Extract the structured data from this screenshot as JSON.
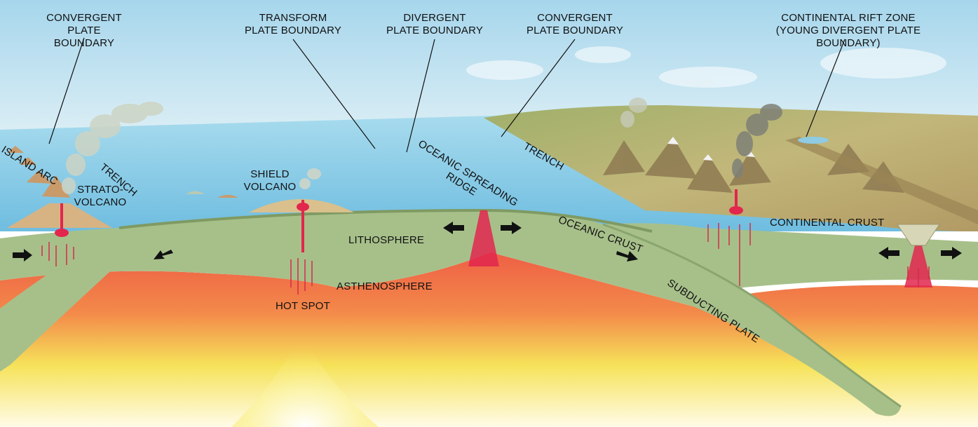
{
  "title_labels": {
    "convergent_left": "CONVERGENT\nPLATE BOUNDARY",
    "transform": "TRANSFORM\nPLATE BOUNDARY",
    "divergent": "DIVERGENT\nPLATE BOUNDARY",
    "convergent_right": "CONVERGENT\nPLATE BOUNDARY",
    "rift": "CONTINENTAL RIFT ZONE\n(YOUNG DIVERGENT PLATE BOUNDARY)"
  },
  "feature_labels": {
    "island_arc": "ISLAND ARC",
    "trench_left": "TRENCH",
    "strato_volcano": "STRATO-\nVOLCANO",
    "shield_volcano": "SHIELD\nVOLCANO",
    "oceanic_ridge": "OCEANIC SPREADING\nRIDGE",
    "trench_right": "TRENCH",
    "lithosphere": "LITHOSPHERE",
    "oceanic_crust": "OCEANIC CRUST",
    "continental_crust": "CONTINENTAL CRUST",
    "asthenosphere": "ASTHENOSPHERE",
    "hot_spot": "HOT SPOT",
    "subducting_plate": "SUBDUCTING PLATE"
  },
  "colors": {
    "sky_top": "#a9d8ee",
    "sea": "#7fc6e4",
    "lithosphere": "#a7c08a",
    "asthenosphere": "#ee5f45",
    "mantle_hot": "#f6e35a",
    "magma": "#e2264d",
    "land": "#b6b46e"
  },
  "icons": [
    "arrow-icon",
    "volcano-plume-icon",
    "magma-conduit-icon"
  ]
}
